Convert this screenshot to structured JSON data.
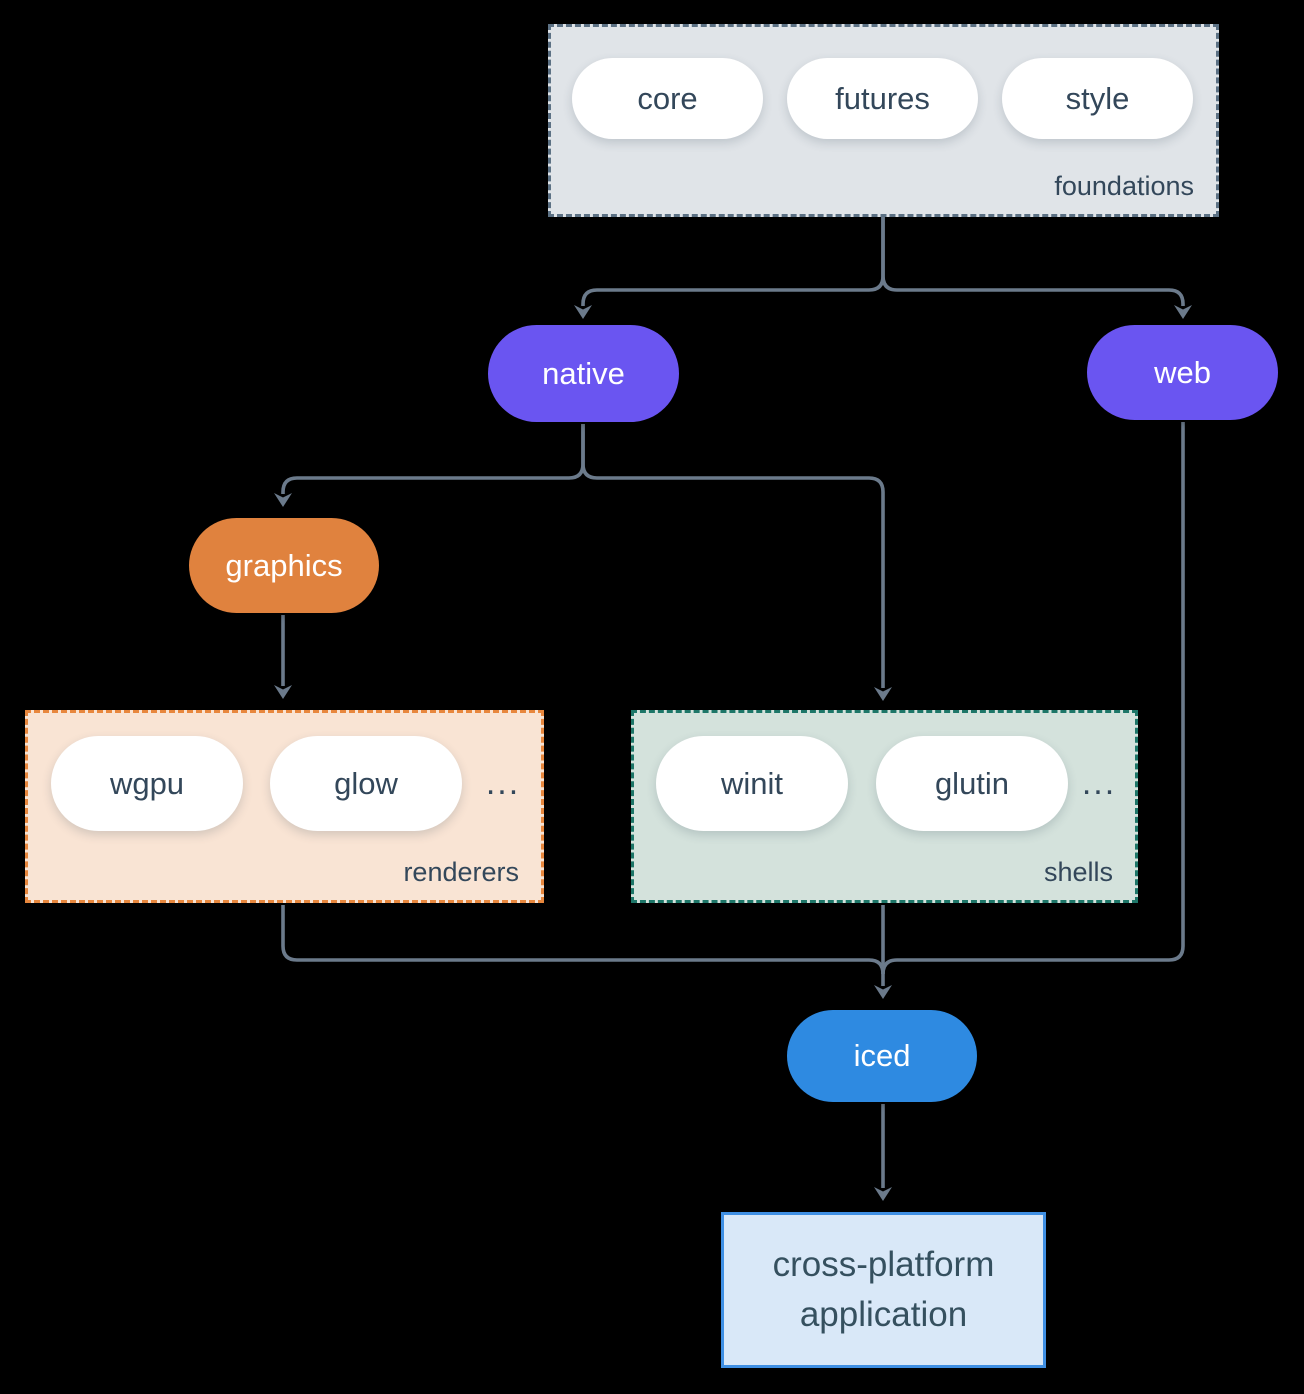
{
  "background_color": "#000000",
  "edge_color": "#6b7a8b",
  "text_dark": "#33475a",
  "groups": {
    "foundations": {
      "label": "foundations",
      "pills": [
        "core",
        "futures",
        "style"
      ],
      "bg": "#e0e4e8",
      "border": "#5c7184"
    },
    "renderers": {
      "label": "renderers",
      "pills": [
        "wgpu",
        "glow"
      ],
      "more": "...",
      "bg": "#f9e4d4",
      "border": "#e8873d"
    },
    "shells": {
      "label": "shells",
      "pills": [
        "winit",
        "glutin"
      ],
      "more": "...",
      "bg": "#d4e2dc",
      "border": "#1d7668"
    }
  },
  "nodes": {
    "native": {
      "label": "native",
      "fill": "#6a55f1",
      "text_color": "#ffffff"
    },
    "web": {
      "label": "web",
      "fill": "#6a55f1",
      "text_color": "#ffffff"
    },
    "graphics": {
      "label": "graphics",
      "fill": "#e0823e",
      "text_color": "#ffffff"
    },
    "iced": {
      "label": "iced",
      "fill": "#2e8ae1",
      "text_color": "#ffffff"
    },
    "application": {
      "label": "cross-platform application",
      "bg": "#d9e8f8",
      "border": "#3f8fe3"
    }
  },
  "edges": [
    {
      "from": "foundations",
      "to": "native"
    },
    {
      "from": "foundations",
      "to": "web"
    },
    {
      "from": "native",
      "to": "graphics"
    },
    {
      "from": "native",
      "to": "shells"
    },
    {
      "from": "graphics",
      "to": "renderers"
    },
    {
      "from": "renderers",
      "to": "iced"
    },
    {
      "from": "shells",
      "to": "iced"
    },
    {
      "from": "web",
      "to": "iced"
    },
    {
      "from": "iced",
      "to": "application"
    }
  ]
}
